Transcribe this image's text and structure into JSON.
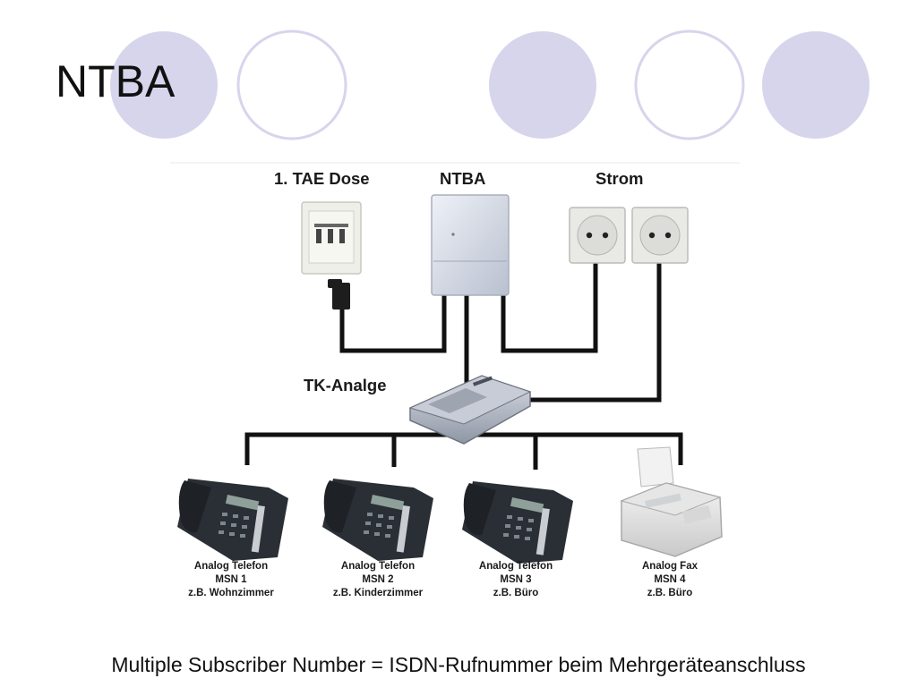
{
  "slide": {
    "title": "NTBA",
    "footer": "Multiple Subscriber Number = ISDN-Rufnummer beim Mehrgeräteanschluss"
  },
  "diagram": {
    "labels": {
      "tae": "1. TAE Dose",
      "ntba": "NTBA",
      "strom": "Strom",
      "tk": "TK-Analge"
    },
    "devices": [
      {
        "name": "Analog Telefon",
        "msn": "MSN 1",
        "room": "z.B. Wohnzimmer"
      },
      {
        "name": "Analog Telefon",
        "msn": "MSN 2",
        "room": "z.B. Kinderzimmer"
      },
      {
        "name": "Analog Telefon",
        "msn": "MSN 3",
        "room": "z.B. Büro"
      },
      {
        "name": "Analog Fax",
        "msn": "MSN 4",
        "room": "z.B. Büro"
      }
    ]
  },
  "colors": {
    "circle_fill": "#d6d5ec",
    "circle_stroke": "#d6d5ec",
    "cable": "#111111"
  }
}
